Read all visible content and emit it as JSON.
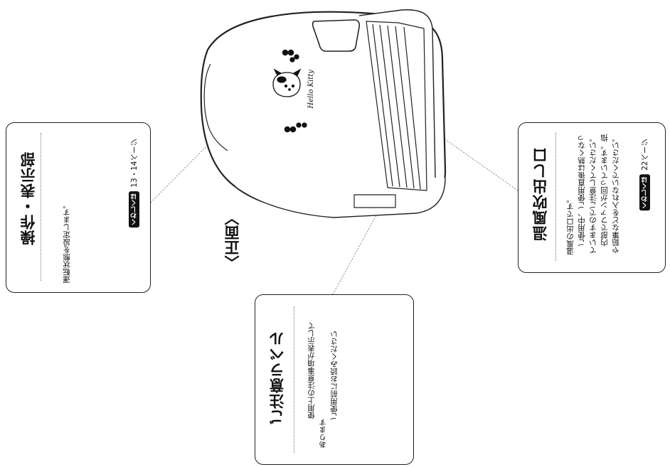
{
  "view_label": "〈正面〉",
  "heater_logo": "Hello Kitty",
  "callouts": {
    "controls": {
      "title": "操作・表示部",
      "lines": [
        "運転状態を設定します。"
      ],
      "ref_badge": "くわしくは",
      "ref_pages": "13・14ページ"
    },
    "caution_label": {
      "title": "ご注意ラベル",
      "lines": [
        "使用上の注意事項が表示して",
        "あります",
        "ご使用前にお読みください"
      ]
    },
    "warm_air_outlet": {
      "title": "温風吹出し口",
      "lines": [
        "温風の出口です。",
        "ご使用中、ご使用直後は熱くなっ",
        "ていますのでご注意してください。",
        "内部でファンが回っています。指",
        "や鉛筆などを入れないでください。"
      ],
      "ref_badge": "くわしくは",
      "ref_pages": "22ページ"
    }
  }
}
